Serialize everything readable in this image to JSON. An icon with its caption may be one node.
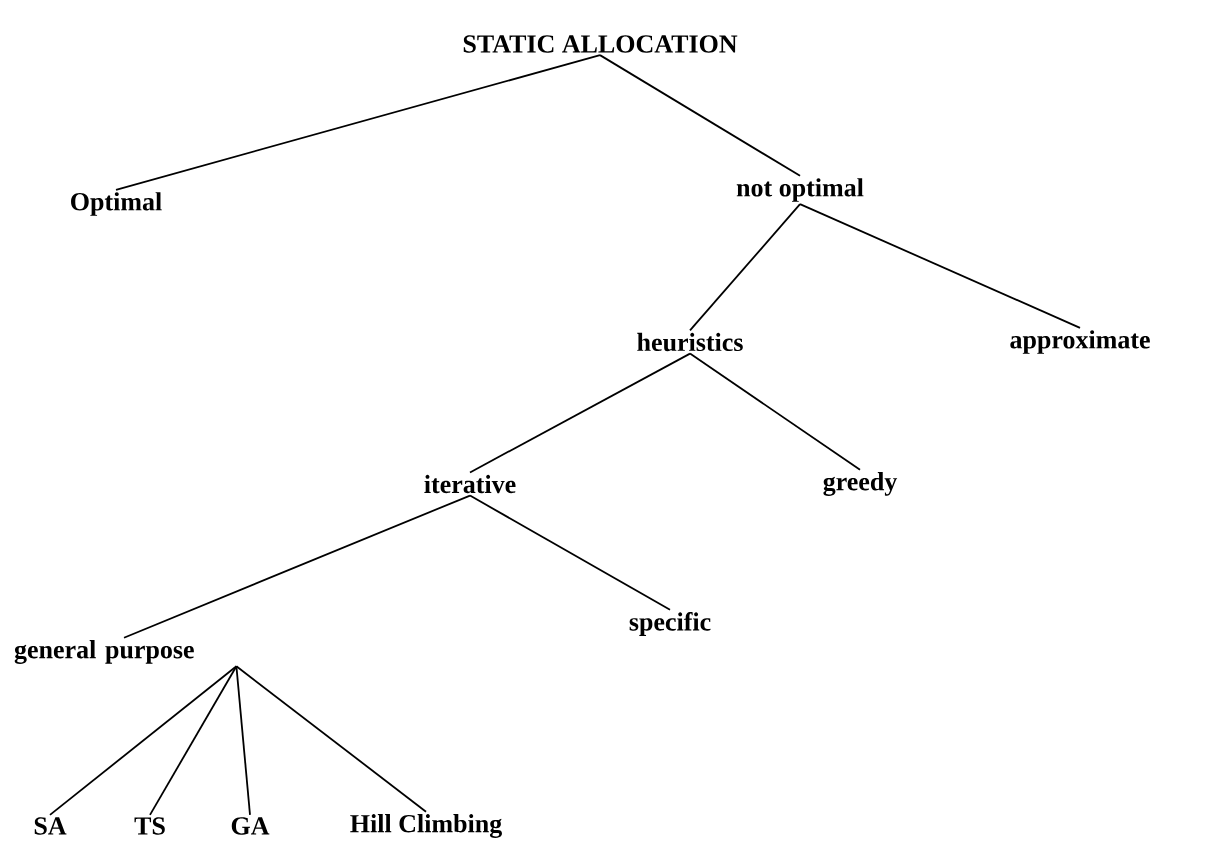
{
  "diagram": {
    "nodes": [
      {
        "text": [
          "STATIC ALLOCATION"
        ]
      },
      {
        "text": [
          "Optimal"
        ]
      },
      {
        "text": [
          "not optimal"
        ]
      },
      {
        "text": [
          "heuristics"
        ]
      },
      {
        "text": [
          "approximate"
        ]
      },
      {
        "text": [
          "iterative"
        ]
      },
      {
        "text": [
          "greedy"
        ]
      },
      {
        "text": [
          "general purpose"
        ]
      },
      {
        "text": [
          "specific"
        ]
      },
      {
        "text": [
          "SA"
        ]
      },
      {
        "text": [
          "TS"
        ]
      },
      {
        "text": [
          "GA"
        ]
      },
      {
        "text": [
          "Hill Climbing"
        ]
      }
    ],
    "edges": [
      {
        "from": 0,
        "to": 1,
        "arrow": "none"
      },
      {
        "from": 0,
        "to": 2,
        "arrow": "none"
      },
      {
        "from": 2,
        "to": 3,
        "arrow": "none"
      },
      {
        "from": 2,
        "to": 4,
        "arrow": "none"
      },
      {
        "from": 3,
        "to": 5,
        "arrow": "none"
      },
      {
        "from": 3,
        "to": 6,
        "arrow": "none"
      },
      {
        "from": 5,
        "to": 7,
        "arrow": "none"
      },
      {
        "from": 5,
        "to": 8,
        "arrow": "none"
      },
      {
        "from": 7,
        "to": 9,
        "arrow": "none"
      },
      {
        "from": 7,
        "to": 10,
        "arrow": "none"
      },
      {
        "from": 7,
        "to": 11,
        "arrow": "none"
      },
      {
        "from": 7,
        "to": 12,
        "arrow": "none"
      }
    ]
  }
}
